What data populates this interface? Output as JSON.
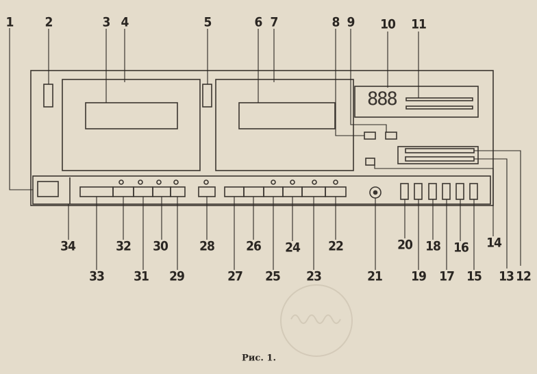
{
  "figure": {
    "caption": "Рис. 1.",
    "display_digits": "888",
    "callout_numbers": [
      "1",
      "2",
      "3",
      "4",
      "5",
      "6",
      "7",
      "8",
      "9",
      "10",
      "11",
      "12",
      "13",
      "14",
      "15",
      "16",
      "17",
      "18",
      "19",
      "20",
      "21",
      "22",
      "23",
      "24",
      "25",
      "26",
      "27",
      "28",
      "29",
      "30",
      "31",
      "32",
      "33",
      "34"
    ]
  },
  "colors": {
    "paper": "#e4dccb",
    "ink": "#2a2622",
    "line": "#3a3530"
  }
}
